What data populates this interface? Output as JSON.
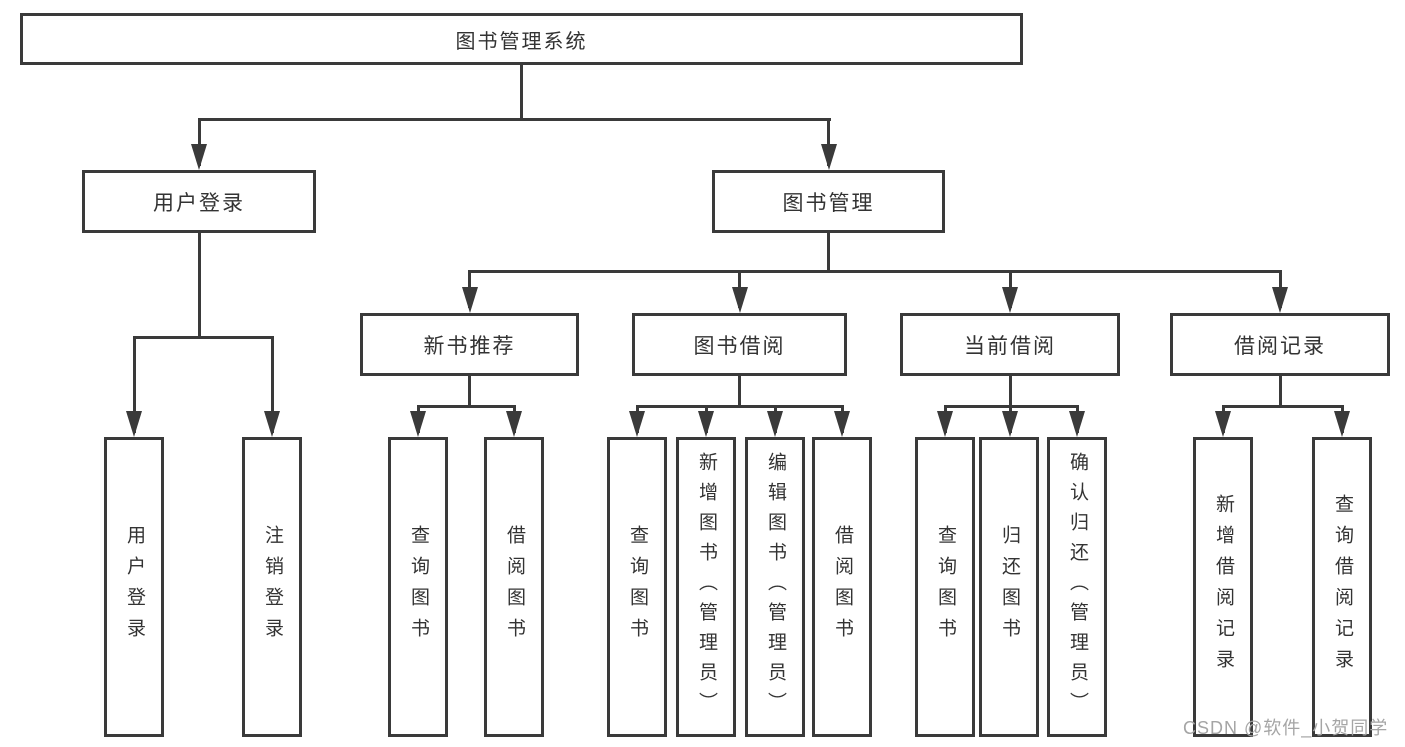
{
  "diagram": {
    "nodes": {
      "root": {
        "label": "图书管理系统"
      },
      "user_login": {
        "label": "用户登录"
      },
      "book_mgmt": {
        "label": "图书管理"
      },
      "new_book_rec": {
        "label": "新书推荐"
      },
      "book_borrow": {
        "label": "图书借阅"
      },
      "current_borrow": {
        "label": "当前借阅"
      },
      "borrow_records": {
        "label": "借阅记录"
      }
    },
    "leaves": {
      "user_login": {
        "label": "用户登录"
      },
      "logout": {
        "label": "注销登录"
      },
      "rec_query": {
        "label": "查询图书"
      },
      "rec_borrow": {
        "label": "借阅图书"
      },
      "bb_query": {
        "label": "查询图书"
      },
      "bb_add": {
        "label": "新增图书（管理员）"
      },
      "bb_edit": {
        "label": "编辑图书（管理员）"
      },
      "bb_borrow": {
        "label": "借阅图书"
      },
      "cb_query": {
        "label": "查询图书"
      },
      "cb_return": {
        "label": "归还图书"
      },
      "cb_confirm": {
        "label": "确认归还（管理员）"
      },
      "br_add": {
        "label": "新增借阅记录"
      },
      "br_query": {
        "label": "查询借阅记录"
      }
    },
    "watermark": {
      "text": "CSDN @软件_小贺同学"
    },
    "colors": {
      "line": "#3a3a3a",
      "text": "#333333",
      "watermark": "#a5a5a5",
      "background": "#ffffff"
    }
  }
}
